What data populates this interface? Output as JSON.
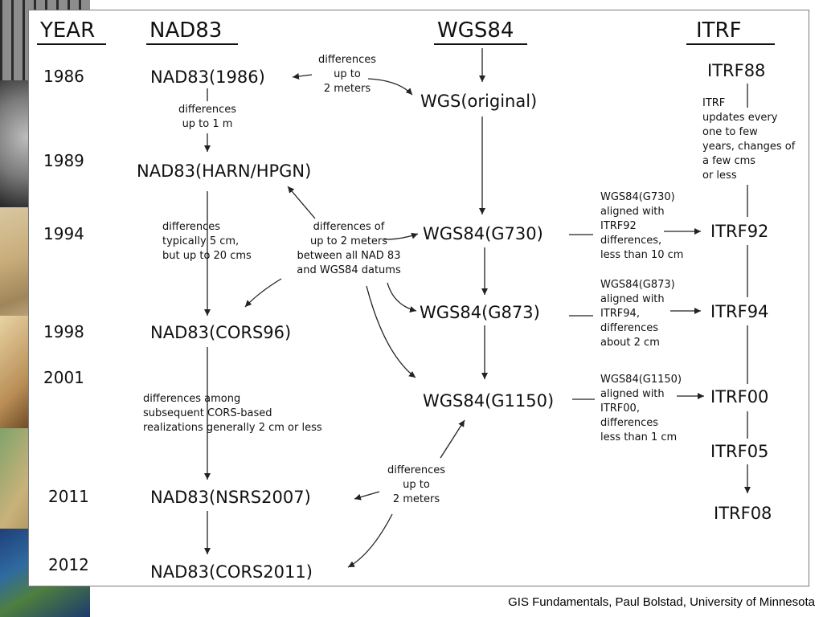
{
  "headers": {
    "year": "YEAR",
    "nad83": "NAD83",
    "wgs84": "WGS84",
    "itrf": "ITRF"
  },
  "years": [
    "1986",
    "1989",
    "1994",
    "1998",
    "2001",
    "2011",
    "2012"
  ],
  "nad83": {
    "n1986": "NAD83(1986)",
    "harn": "NAD83(HARN/HPGN)",
    "cors96": "NAD83(CORS96)",
    "nsrs2007": "NAD83(NSRS2007)",
    "cors2011": "NAD83(CORS2011)"
  },
  "wgs84": {
    "original": "WGS(original)",
    "g730": "WGS84(G730)",
    "g873": "WGS84(G873)",
    "g1150": "WGS84(G1150)"
  },
  "itrf": {
    "itrf88": "ITRF88",
    "itrf92": "ITRF92",
    "itrf94": "ITRF94",
    "itrf00": "ITRF00",
    "itrf05": "ITRF05",
    "itrf08": "ITRF08"
  },
  "notes": {
    "top": [
      "differences",
      "up to",
      "2 meters"
    ],
    "nad_1m": [
      "differences",
      "up to 1 m"
    ],
    "nad_5cm": [
      "differences",
      "typically 5 cm,",
      "but up to 20 cms"
    ],
    "center": [
      "differences of",
      "up to 2 meters",
      "between all NAD 83",
      "and WGS84 datums"
    ],
    "cors_2cm": [
      "differences  among",
      "subsequent CORS-based",
      "realizations generally 2 cm or less"
    ],
    "bottom": [
      "differences",
      "up to",
      "2 meters"
    ],
    "itrf_updates": [
      "ITRF",
      "updates every",
      "one to few",
      "years, changes of",
      "a few cms",
      "or less"
    ],
    "g730_note": [
      "WGS84(G730)",
      "aligned with",
      "ITRF92",
      "differences,",
      "less than 10 cm"
    ],
    "g873_note": [
      "WGS84(G873)",
      "aligned with",
      "ITRF94,",
      "differences",
      "about 2 cm"
    ],
    "g1150_note": [
      "WGS84(G1150)",
      "aligned with",
      "ITRF00,",
      "differences",
      "less than 1 cm"
    ]
  },
  "credit": "GIS Fundamentals, Paul Bolstad, University of Minnesota",
  "colors": {
    "line": "#222222",
    "slide_border": "#7a7a7a"
  }
}
